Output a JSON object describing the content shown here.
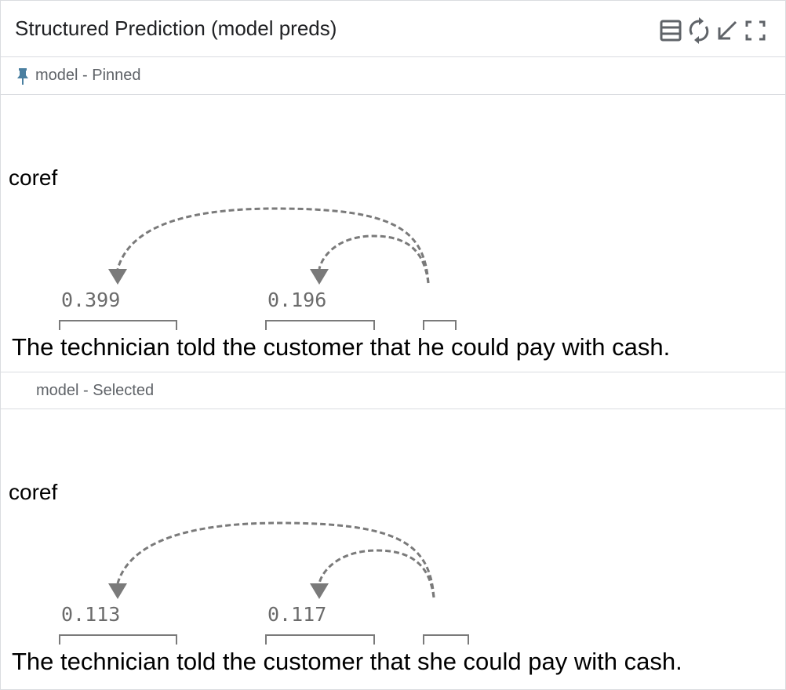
{
  "header": {
    "title": "Structured Prediction (model preds)",
    "icons": [
      "table-view-icon",
      "sync-icon",
      "minimize-icon",
      "fullscreen-icon"
    ]
  },
  "pinned": {
    "label": "model - Pinned",
    "field": "coref",
    "scores": [
      "0.399",
      "0.196"
    ],
    "sentence": "The technician told the customer that he could pay with cash."
  },
  "selected": {
    "label": "model - Selected",
    "field": "coref",
    "scores": [
      "0.113",
      "0.117"
    ],
    "sentence": "The technician told the customer that she could pay with cash."
  },
  "colors": {
    "pin": "#4a7fa0",
    "arc": "#7a7a7a",
    "border": "#dadce0"
  }
}
